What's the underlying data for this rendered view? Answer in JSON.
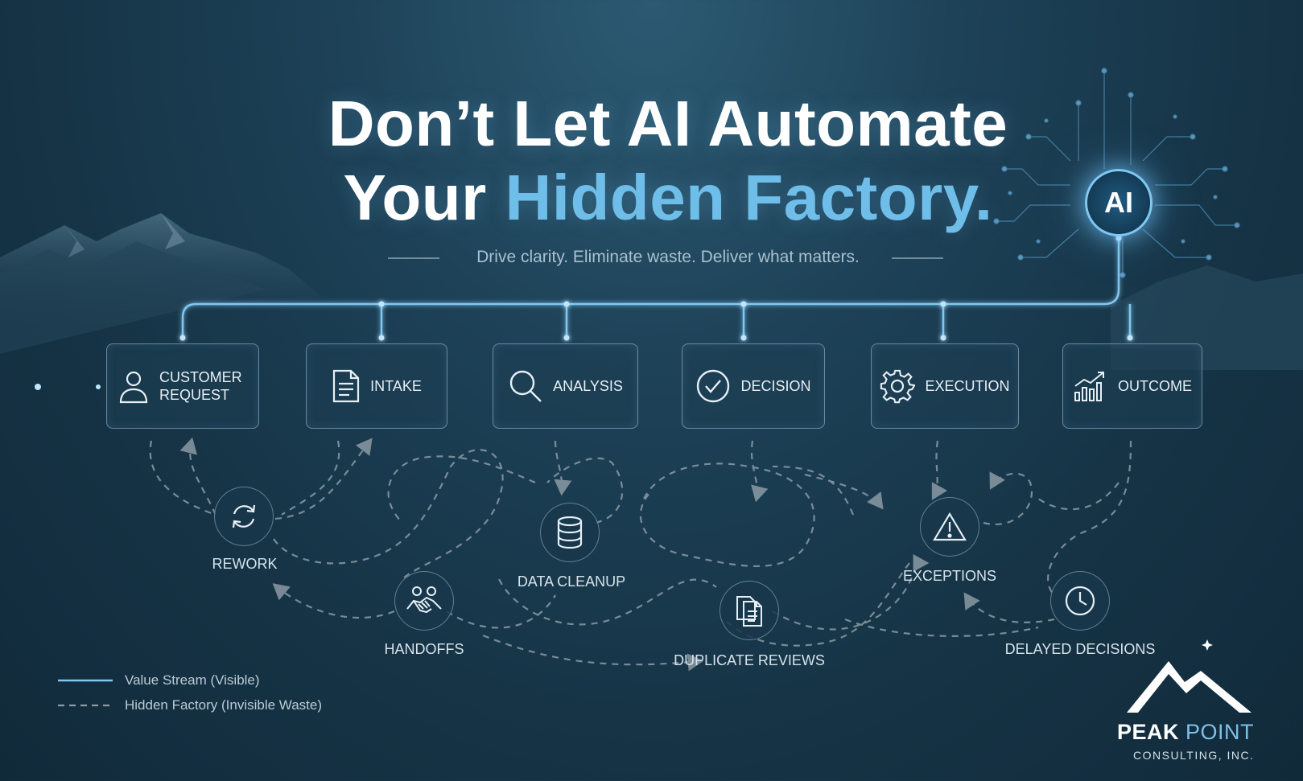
{
  "title": {
    "line1": "Don’t Let AI Automate",
    "line2_prefix": "Your ",
    "line2_accent": "Hidden Factory."
  },
  "subtitle": "Drive clarity. Eliminate waste. Deliver what matters.",
  "ai_badge": "AI",
  "value_stream": [
    {
      "label": "CUSTOMER REQUEST",
      "icon": "person-icon"
    },
    {
      "label": "INTAKE",
      "icon": "document-icon"
    },
    {
      "label": "ANALYSIS",
      "icon": "magnifier-icon"
    },
    {
      "label": "DECISION",
      "icon": "checkmark-icon"
    },
    {
      "label": "EXECUTION",
      "icon": "gear-icon"
    },
    {
      "label": "OUTCOME",
      "icon": "bar-chart-icon"
    }
  ],
  "hidden_factory": [
    {
      "label": "REWORK",
      "icon": "cycle-arrows-icon"
    },
    {
      "label": "HANDOFFS",
      "icon": "handshake-icon"
    },
    {
      "label": "DATA CLEANUP",
      "icon": "database-icon"
    },
    {
      "label": "DUPLICATE REVIEWS",
      "icon": "documents-icon"
    },
    {
      "label": "EXCEPTIONS",
      "icon": "warning-icon"
    },
    {
      "label": "DELAYED DECISIONS",
      "icon": "clock-icon"
    }
  ],
  "legend": {
    "value_stream": "Value Stream (Visible)",
    "hidden_factory": "Hidden Factory (Invisible Waste)"
  },
  "brand": {
    "name_bold": "PEAK",
    "name_light": "POINT",
    "subtitle": "CONSULTING, INC."
  },
  "colors": {
    "accent": "#6fbde9",
    "line": "#7fc8f2",
    "background": "#163446"
  }
}
